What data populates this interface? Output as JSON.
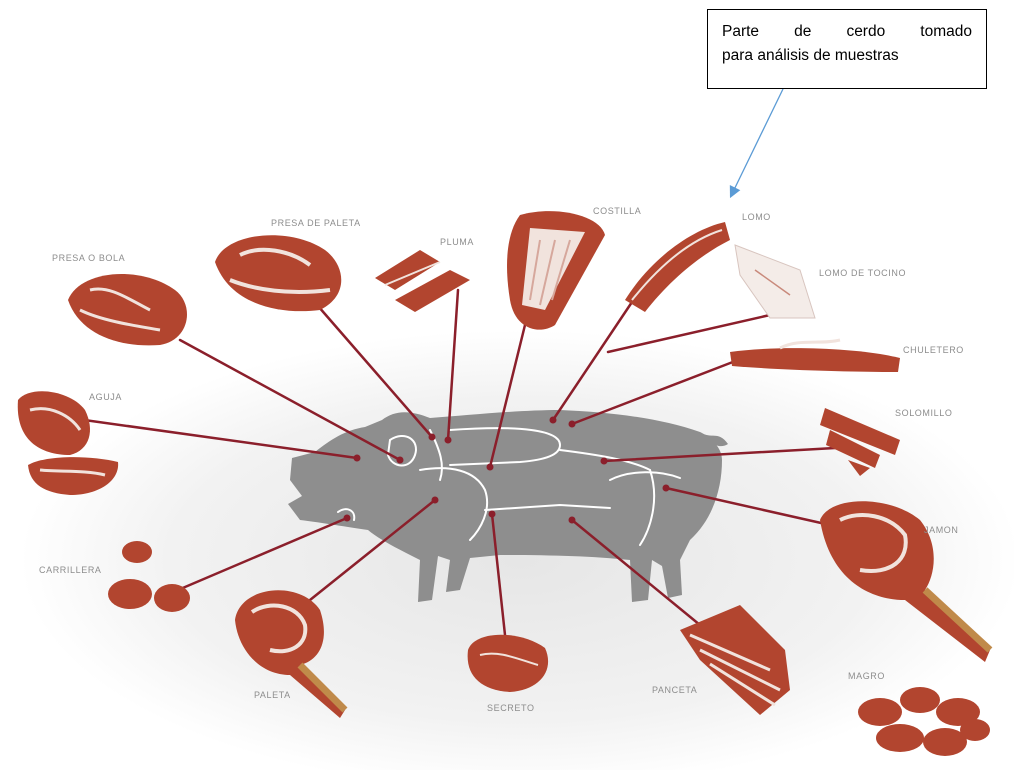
{
  "callout": {
    "words_line1": [
      "Parte",
      "de",
      "cerdo",
      "tomado"
    ],
    "line2": "para análisis de muestras"
  },
  "cuts": [
    {
      "id": "presa-bola",
      "label": "PRESA O BOLA"
    },
    {
      "id": "presa-paleta",
      "label": "PRESA DE PALETA"
    },
    {
      "id": "pluma",
      "label": "PLUMA"
    },
    {
      "id": "costilla",
      "label": "COSTILLA"
    },
    {
      "id": "lomo",
      "label": "LOMO"
    },
    {
      "id": "lomo-tocino",
      "label": "LOMO DE TOCINO"
    },
    {
      "id": "chuletero",
      "label": "CHULETERO"
    },
    {
      "id": "solomillo",
      "label": "SOLOMILLO"
    },
    {
      "id": "jamon",
      "label": "JAMON"
    },
    {
      "id": "aguja",
      "label": "AGUJA"
    },
    {
      "id": "carrillera",
      "label": "CARRILLERA"
    },
    {
      "id": "paleta",
      "label": "PALETA"
    },
    {
      "id": "secreto",
      "label": "SECRETO"
    },
    {
      "id": "panceta",
      "label": "PANCETA"
    },
    {
      "id": "magro",
      "label": "MAGRO"
    }
  ],
  "colors": {
    "leader_line": "#8b1f2b",
    "pig_silhouette": "#8e8e8e",
    "arrow": "#5b9bd5",
    "meat": "#b2452f",
    "fat": "#f1e3dd"
  }
}
